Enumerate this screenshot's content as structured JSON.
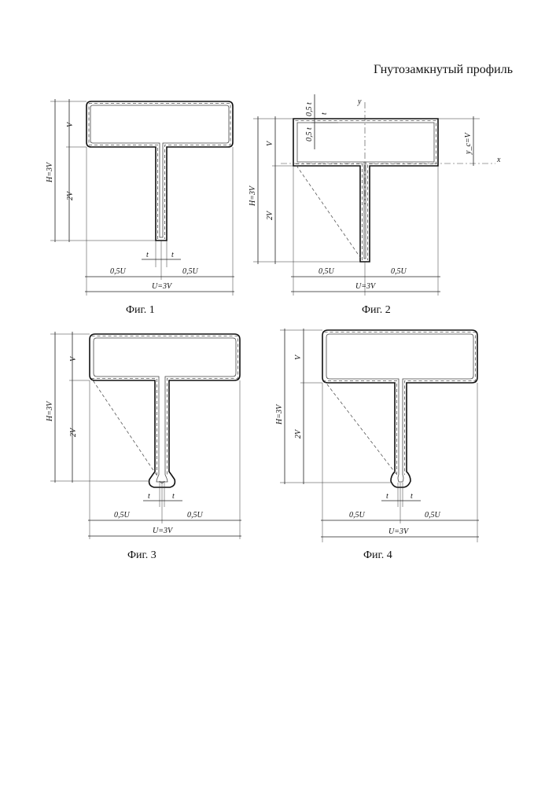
{
  "page_title": "Гнутозамкнутый профиль",
  "figures": [
    {
      "caption": "Фиг. 1",
      "h_label": "H=3V",
      "v_label": "V",
      "v2_label": "2V",
      "t_left": "t",
      "t_right": "t",
      "half_left": "0,5U",
      "half_right": "0,5U",
      "total": "U=3V"
    },
    {
      "caption": "Фиг. 2",
      "h_label": "H=3V",
      "v_label": "V",
      "v2_label": "2V",
      "half_left": "0,5U",
      "half_right": "0,5U",
      "total": "U=3V",
      "top_a": "0,5 t",
      "top_t": "t",
      "side_a": "0,5 t",
      "y_axis": "y",
      "x_axis": "x",
      "yc": "y_c=V"
    },
    {
      "caption": "Фиг. 3",
      "h_label": "H=3V",
      "v_label": "V",
      "v2_label": "2V",
      "t_left": "t",
      "t_right": "t",
      "half_left": "0,5U",
      "half_right": "0,5U",
      "total": "U=3V"
    },
    {
      "caption": "Фиг. 4",
      "h_label": "H=3V",
      "v_label": "V",
      "v2_label": "2V",
      "t_left": "t",
      "t_right": "t",
      "half_left": "0,5U",
      "half_right": "0,5U",
      "total": "U=3V"
    }
  ]
}
